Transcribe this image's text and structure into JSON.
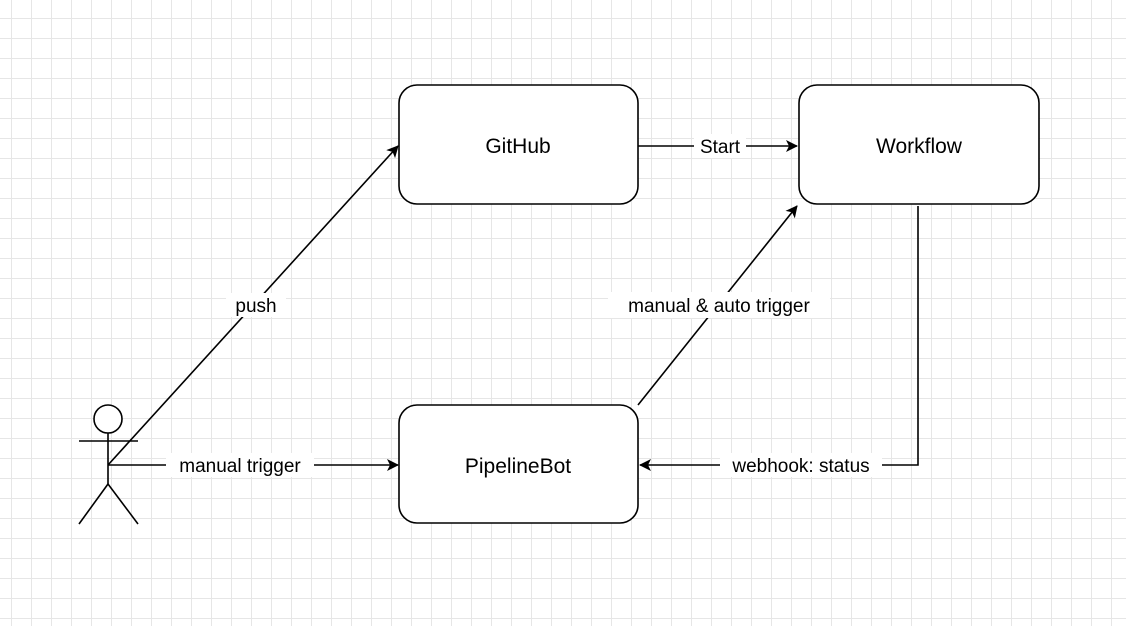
{
  "nodes": {
    "github": "GitHub",
    "workflow": "Workflow",
    "pipelinebot": "PipelineBot"
  },
  "edges": {
    "push": "push",
    "start": "Start",
    "manual_auto_trigger": "manual & auto trigger",
    "manual_trigger": "manual trigger",
    "webhook_status": "webhook: status"
  }
}
